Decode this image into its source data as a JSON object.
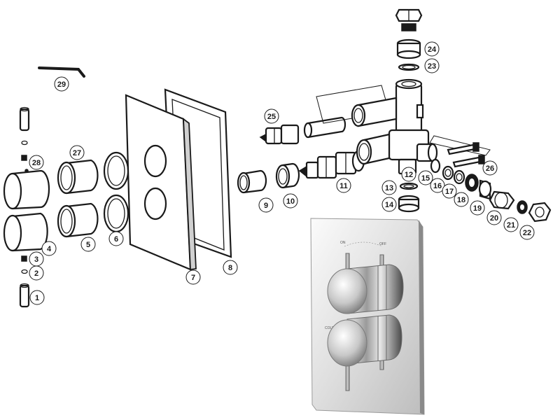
{
  "callouts": {
    "c1": "1",
    "c2": "2",
    "c3": "3",
    "c4": "4",
    "c5": "5",
    "c6": "6",
    "c7": "7",
    "c8": "8",
    "c9": "9",
    "c10": "10",
    "c11": "11",
    "c12": "12",
    "c13": "13",
    "c14": "14",
    "c15": "15",
    "c16": "16",
    "c17": "17",
    "c18": "18",
    "c19": "19",
    "c20": "20",
    "c21": "21",
    "c22": "22",
    "c23": "23",
    "c24": "24",
    "c25": "25",
    "c26": "26",
    "c27": "27",
    "c28": "28",
    "c29": "29"
  },
  "product_plate": {
    "label_on": "ON",
    "label_off": "OFF",
    "label_cold": "COLD"
  }
}
